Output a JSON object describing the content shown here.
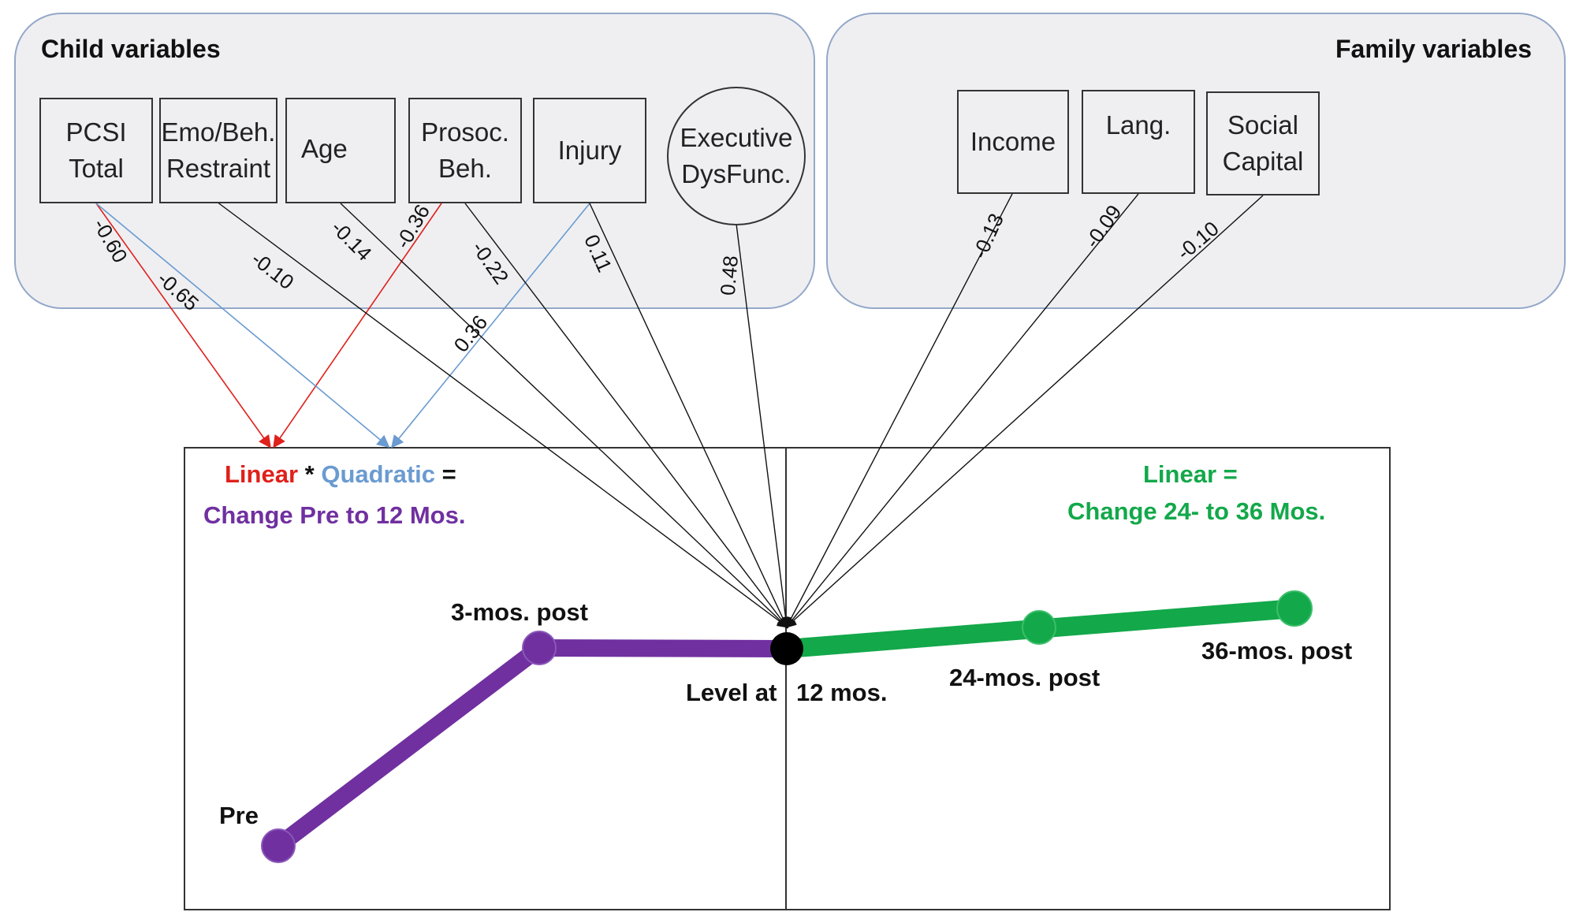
{
  "child_panel": {
    "title": "Child variables"
  },
  "family_panel": {
    "title": "Family variables"
  },
  "child_vars": [
    "PCSI\nTotal",
    "Emo/Beh.\nRestraint",
    "Age",
    "Prosoc.\nBeh.",
    "Injury",
    "Executive\nDysFunc."
  ],
  "family_vars": [
    "Income",
    "Lang.",
    "Social\nCapital"
  ],
  "coefficients": {
    "pcsi_linear": "-0.60",
    "pcsi_quadratic": "-0.65",
    "emo_level": "-0.10",
    "age_level": "-0.14",
    "prosoc_linear": "-0.36",
    "prosoc_level": "-0.22",
    "injury_quadratic": "0.36",
    "injury_level": "0.11",
    "exec_level": "0.48",
    "income_level": "-0.13",
    "lang_level": "-0.09",
    "social_level": "-0.10"
  },
  "left_title": {
    "linear": "Linear",
    "star": " * ",
    "quadratic": "Quadratic",
    "equals": " =",
    "line2": "Change Pre to 12 Mos."
  },
  "right_title": {
    "line1": "Linear =",
    "line2": "Change 24- to 36 Mos."
  },
  "timepoints": {
    "pre": "Pre",
    "three_mo": "3-mos. post",
    "level_at": "Level at",
    "twelve_mo": "12 mos.",
    "twentyfour_mo": "24-mos. post",
    "thirtysix_mo": "36-mos. post"
  },
  "colors": {
    "linear_red": "#e0201b",
    "quadratic_blue": "#6a9bd1",
    "purple": "#7030a0",
    "green": "#13a84a",
    "panel_border": "#94a8c8"
  }
}
